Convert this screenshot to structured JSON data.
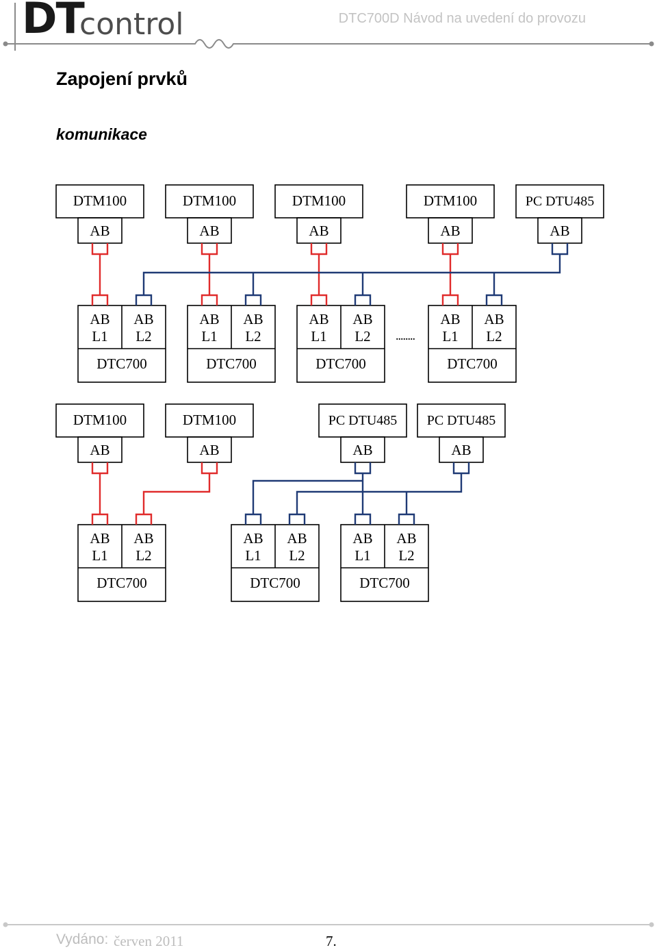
{
  "header": {
    "logo_dt": "DT",
    "logo_control": "control",
    "doc_title": "DTC700D Návod na uvedení do provozu"
  },
  "section_title": "Zapojení prvků",
  "subsection_title": "komunikace",
  "diagram": {
    "labels": {
      "dtm": "DTM100",
      "pc": "PC DTU485",
      "ab": "AB",
      "l1": "L1",
      "l2": "L2",
      "dtc": "DTC700"
    },
    "colors": {
      "line_red": "#e02b2b",
      "line_blue": "#1f3a75",
      "box_border": "#000000"
    },
    "diagram1": {
      "sources": [
        {
          "kind": "dtm",
          "line": "red"
        },
        {
          "kind": "dtm",
          "line": "red"
        },
        {
          "kind": "dtm",
          "line": "red"
        },
        {
          "kind": "dtm",
          "line": "red"
        },
        {
          "kind": "pc",
          "line": "blue"
        }
      ],
      "controllers": 4,
      "bus": "blue",
      "ellipsis": "........"
    },
    "diagram2": {
      "sources": [
        {
          "kind": "dtm",
          "line": "red"
        },
        {
          "kind": "dtm",
          "line": "red"
        },
        {
          "kind": "pc",
          "line": "blue"
        },
        {
          "kind": "pc",
          "line": "blue"
        }
      ],
      "controllers": 3
    }
  },
  "footer": {
    "issued_label": "Vydáno:",
    "issued_date": "červen 2011",
    "page": "7."
  }
}
